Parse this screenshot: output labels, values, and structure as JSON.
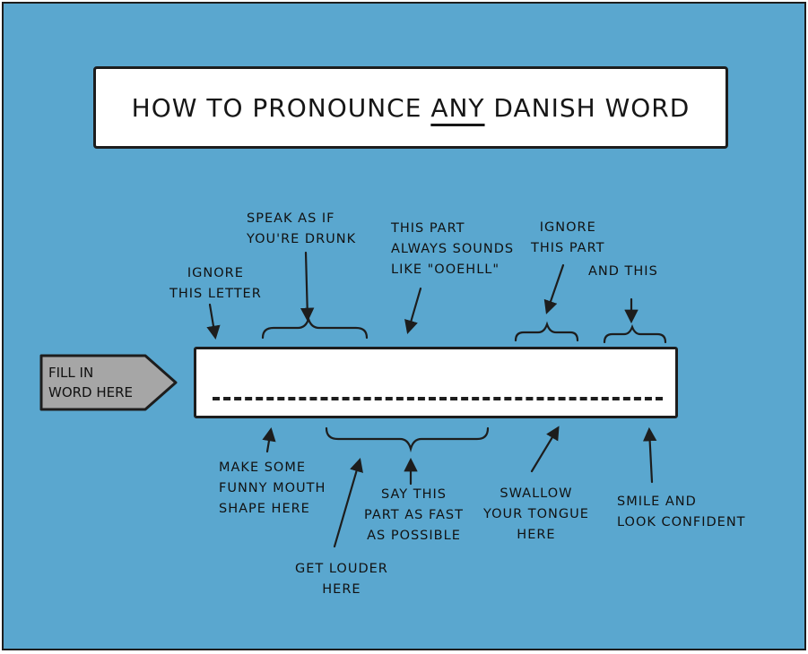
{
  "title": {
    "before": "HOW TO PRONOUNCE ",
    "emphasis": "ANY",
    "after": " DANISH WORD"
  },
  "fill_tag": {
    "line1": "FILL IN",
    "line2": "WORD HERE"
  },
  "top_notes": {
    "ignore_letter": [
      "IGNORE",
      "THIS LETTER"
    ],
    "drunk": [
      "SPEAK AS IF",
      "YOU'RE DRUNK"
    ],
    "ooehll": [
      "THIS PART",
      "ALWAYS SOUNDS",
      "LIKE \"OOEHLL\""
    ],
    "ignore_part": [
      "IGNORE",
      "THIS PART"
    ],
    "and_this": [
      "AND THIS"
    ]
  },
  "bottom_notes": {
    "mouth": [
      "MAKE SOME",
      "FUNNY MOUTH",
      "SHAPE HERE"
    ],
    "fast": [
      "SAY THIS",
      "PART AS FAST",
      "AS POSSIBLE"
    ],
    "louder": [
      "GET LOUDER",
      "HERE"
    ],
    "swallow": [
      "SWALLOW",
      "YOUR TONGUE",
      "HERE"
    ],
    "smile": [
      "SMILE AND",
      "LOOK CONFIDENT"
    ]
  },
  "colors": {
    "background": "#5aa7cf",
    "panel": "#ffffff",
    "tag": "#a6a6a6",
    "ink": "#1d1d1d"
  }
}
